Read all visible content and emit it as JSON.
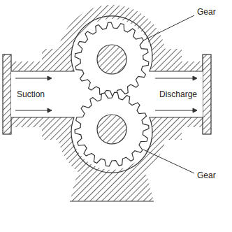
{
  "diagram": {
    "labels": [
      "Gear",
      "Suction",
      "Discharge",
      "Gear"
    ]
  }
}
